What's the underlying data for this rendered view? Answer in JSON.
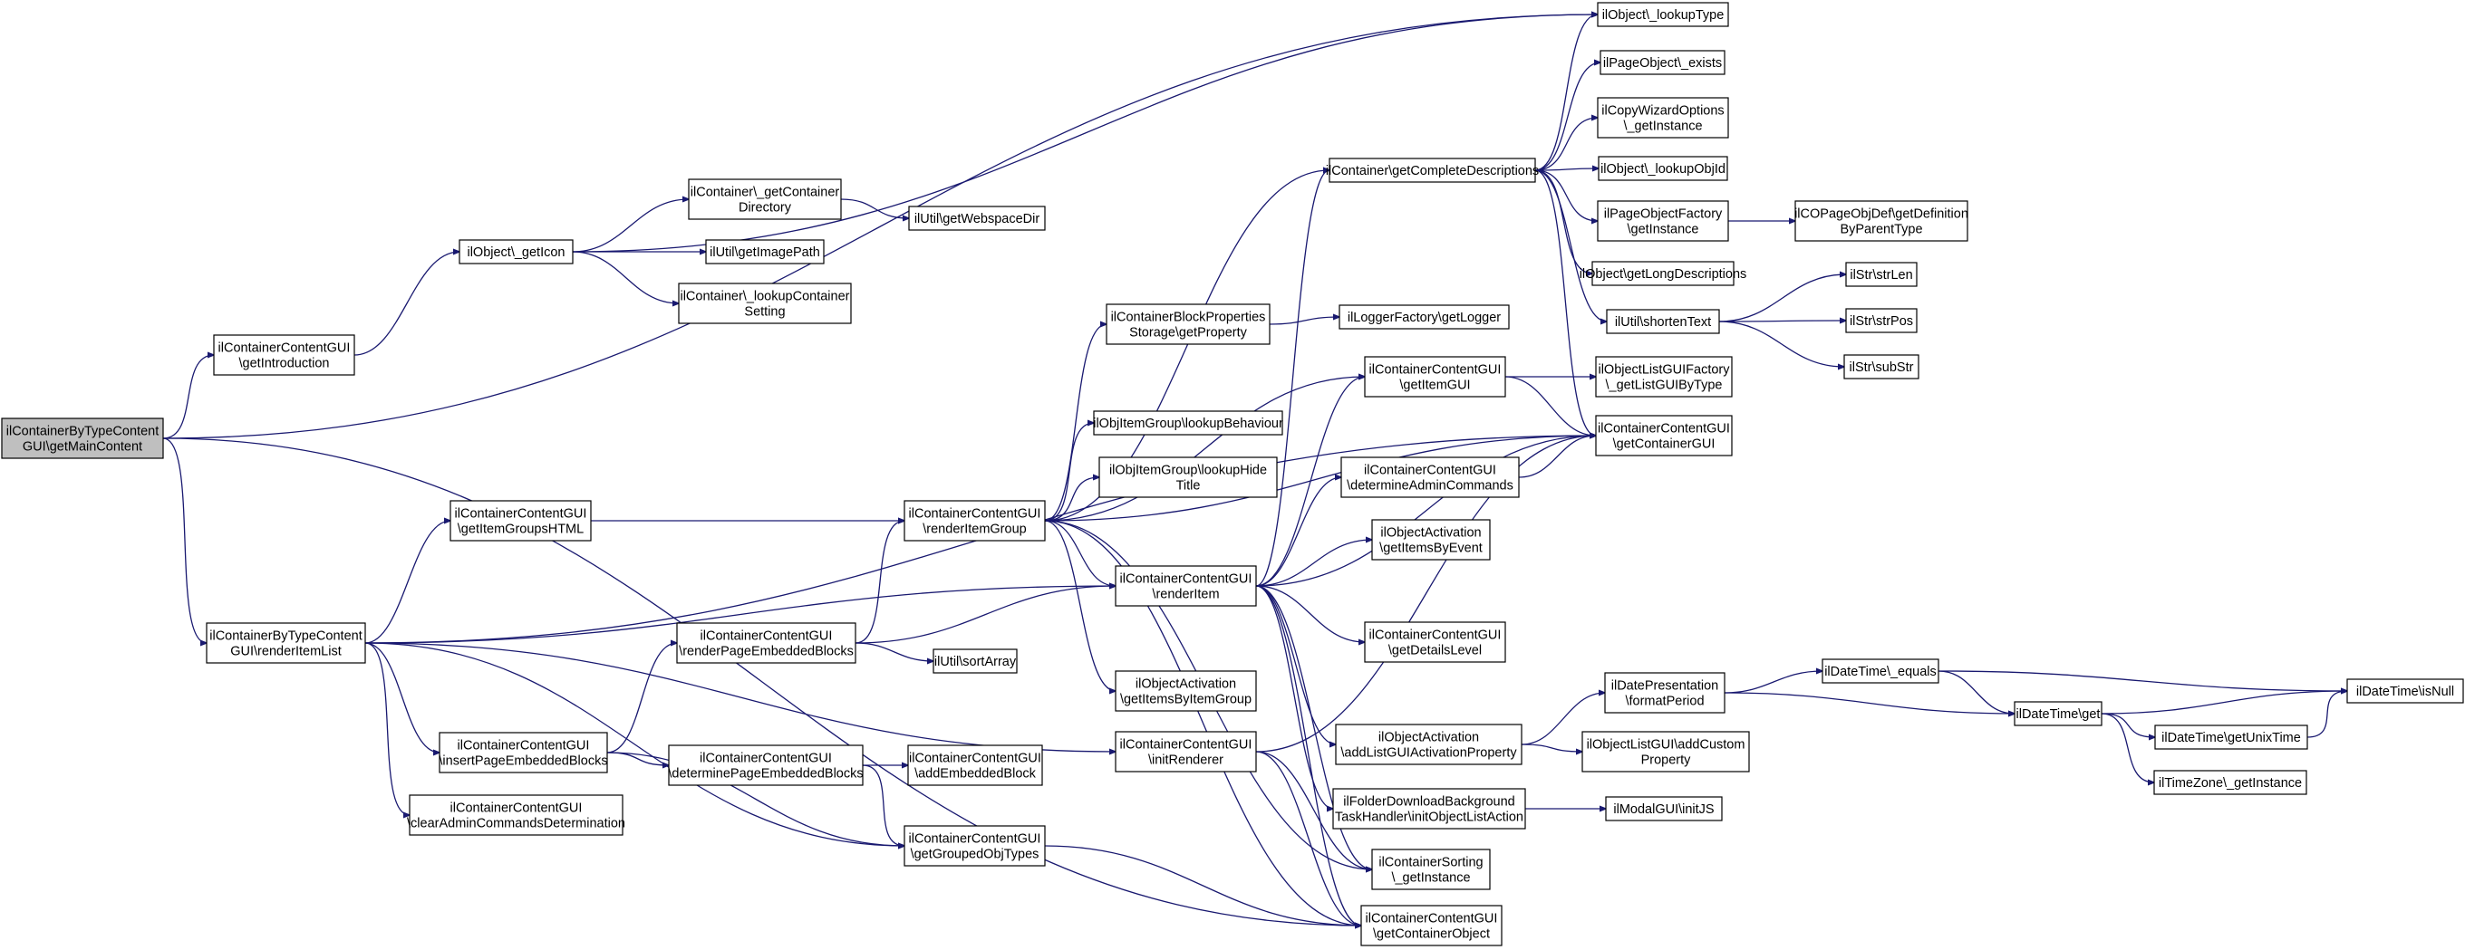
{
  "diagram": {
    "type": "call-graph",
    "edge_color": "#191970",
    "root_fill": "#bfbfbf",
    "nodes": [
      {
        "id": "root",
        "lines": [
          "ilContainerByTypeContent",
          "GUI\\getMainContent"
        ],
        "root": true
      },
      {
        "id": "getIntroduction",
        "lines": [
          "ilContainerContentGUI",
          "\\getIntroduction"
        ]
      },
      {
        "id": "renderItemList",
        "lines": [
          "ilContainerByTypeContent",
          "GUI\\renderItemList"
        ]
      },
      {
        "id": "getIcon",
        "lines": [
          "ilObject\\_getIcon"
        ]
      },
      {
        "id": "getItemGroupsHTML",
        "lines": [
          "ilContainerContentGUI",
          "\\getItemGroupsHTML"
        ]
      },
      {
        "id": "insertPageEmbeddedBlocks",
        "lines": [
          "ilContainerContentGUI",
          "\\insertPageEmbeddedBlocks"
        ]
      },
      {
        "id": "clearAdminCommands",
        "lines": [
          "ilContainerContentGUI",
          "\\clearAdminCommandsDetermination"
        ]
      },
      {
        "id": "getContainerDirectory",
        "lines": [
          "ilContainer\\_getContainer",
          "Directory"
        ]
      },
      {
        "id": "getImagePath",
        "lines": [
          "ilUtil\\getImagePath"
        ]
      },
      {
        "id": "lookupContainerSetting",
        "lines": [
          "ilContainer\\_lookupContainer",
          "Setting"
        ]
      },
      {
        "id": "renderPageEmbeddedBlocks",
        "lines": [
          "ilContainerContentGUI",
          "\\renderPageEmbeddedBlocks"
        ]
      },
      {
        "id": "determinePageEmbeddedBlocks",
        "lines": [
          "ilContainerContentGUI",
          "\\determinePageEmbeddedBlocks"
        ]
      },
      {
        "id": "getWebspaceDir",
        "lines": [
          "ilUtil\\getWebspaceDir"
        ]
      },
      {
        "id": "renderItemGroup",
        "lines": [
          "ilContainerContentGUI",
          "\\renderItemGroup"
        ]
      },
      {
        "id": "sortArray",
        "lines": [
          "ilUtil\\sortArray"
        ]
      },
      {
        "id": "addEmbeddedBlock",
        "lines": [
          "ilContainerContentGUI",
          "\\addEmbeddedBlock"
        ]
      },
      {
        "id": "getGroupedObjTypes",
        "lines": [
          "ilContainerContentGUI",
          "\\getGroupedObjTypes"
        ]
      },
      {
        "id": "blockPropertiesStorage",
        "lines": [
          "ilContainerBlockProperties",
          "Storage\\getProperty"
        ]
      },
      {
        "id": "lookupBehaviour",
        "lines": [
          "ilObjItemGroup\\lookupBehaviour"
        ]
      },
      {
        "id": "lookupHideTitle",
        "lines": [
          "ilObjItemGroup\\lookupHide",
          "Title"
        ]
      },
      {
        "id": "renderItem",
        "lines": [
          "ilContainerContentGUI",
          "\\renderItem"
        ]
      },
      {
        "id": "getItemsByItemGroup",
        "lines": [
          "ilObjectActivation",
          "\\getItemsByItemGroup"
        ]
      },
      {
        "id": "initRenderer",
        "lines": [
          "ilContainerContentGUI",
          "\\initRenderer"
        ]
      },
      {
        "id": "getCompleteDescriptions",
        "lines": [
          "ilContainer\\getCompleteDescriptions"
        ]
      },
      {
        "id": "getLogger",
        "lines": [
          "ilLoggerFactory\\getLogger"
        ]
      },
      {
        "id": "getItemGUI",
        "lines": [
          "ilContainerContentGUI",
          "\\getItemGUI"
        ]
      },
      {
        "id": "determineAdminCommands",
        "lines": [
          "ilContainerContentGUI",
          "\\determineAdminCommands"
        ]
      },
      {
        "id": "getItemsByEvent",
        "lines": [
          "ilObjectActivation",
          "\\getItemsByEvent"
        ]
      },
      {
        "id": "getDetailsLevel",
        "lines": [
          "ilContainerContentGUI",
          "\\getDetailsLevel"
        ]
      },
      {
        "id": "addListGUIActivationProperty",
        "lines": [
          "ilObjectActivation",
          "\\addListGUIActivationProperty"
        ]
      },
      {
        "id": "folderDownload",
        "lines": [
          "ilFolderDownloadBackground",
          "TaskHandler\\initObjectListAction"
        ]
      },
      {
        "id": "containerSorting",
        "lines": [
          "ilContainerSorting",
          "\\_getInstance"
        ]
      },
      {
        "id": "getContainerObject",
        "lines": [
          "ilContainerContentGUI",
          "\\getContainerObject"
        ]
      },
      {
        "id": "lookupType",
        "lines": [
          "ilObject\\_lookupType"
        ]
      },
      {
        "id": "pageObjectExists",
        "lines": [
          "ilPageObject\\_exists"
        ]
      },
      {
        "id": "copyWizardOptions",
        "lines": [
          "ilCopyWizardOptions",
          "\\_getInstance"
        ]
      },
      {
        "id": "lookupObjId",
        "lines": [
          "ilObject\\_lookupObjId"
        ]
      },
      {
        "id": "pageObjectFactory",
        "lines": [
          "ilPageObjectFactory",
          "\\getInstance"
        ]
      },
      {
        "id": "getLongDescriptions",
        "lines": [
          "ilObject\\getLongDescriptions"
        ]
      },
      {
        "id": "shortenText",
        "lines": [
          "ilUtil\\shortenText"
        ]
      },
      {
        "id": "listGUIFactory",
        "lines": [
          "ilObjectListGUIFactory",
          "\\_getListGUIByType"
        ]
      },
      {
        "id": "getContainerGUI",
        "lines": [
          "ilContainerContentGUI",
          "\\getContainerGUI"
        ]
      },
      {
        "id": "datePresentation",
        "lines": [
          "ilDatePresentation",
          "\\formatPeriod"
        ]
      },
      {
        "id": "addCustomProperty",
        "lines": [
          "ilObjectListGUI\\addCustom",
          "Property"
        ]
      },
      {
        "id": "modalInitJS",
        "lines": [
          "ilModalGUI\\initJS"
        ]
      },
      {
        "id": "copageObjDef",
        "lines": [
          "ilCOPageObjDef\\getDefinition",
          "ByParentType"
        ]
      },
      {
        "id": "strLen",
        "lines": [
          "ilStr\\strLen"
        ]
      },
      {
        "id": "strPos",
        "lines": [
          "ilStr\\strPos"
        ]
      },
      {
        "id": "subStr",
        "lines": [
          "ilStr\\subStr"
        ]
      },
      {
        "id": "dateTimeEquals",
        "lines": [
          "ilDateTime\\_equals"
        ]
      },
      {
        "id": "dateTimeGet",
        "lines": [
          "ilDateTime\\get"
        ]
      },
      {
        "id": "getUnixTime",
        "lines": [
          "ilDateTime\\getUnixTime"
        ]
      },
      {
        "id": "timeZone",
        "lines": [
          "ilTimeZone\\_getInstance"
        ]
      },
      {
        "id": "isNull",
        "lines": [
          "ilDateTime\\isNull"
        ]
      }
    ],
    "edges": [
      [
        "root",
        "getIntroduction"
      ],
      [
        "root",
        "renderItemList"
      ],
      [
        "root",
        "lookupType"
      ],
      [
        "root",
        "getContainerObject"
      ],
      [
        "getIntroduction",
        "getIcon"
      ],
      [
        "getIcon",
        "getContainerDirectory"
      ],
      [
        "getIcon",
        "getImagePath"
      ],
      [
        "getIcon",
        "lookupContainerSetting"
      ],
      [
        "getIcon",
        "lookupType"
      ],
      [
        "getContainerDirectory",
        "getWebspaceDir"
      ],
      [
        "renderItemList",
        "getItemGroupsHTML"
      ],
      [
        "renderItemList",
        "insertPageEmbeddedBlocks"
      ],
      [
        "renderItemList",
        "clearAdminCommands"
      ],
      [
        "renderItemList",
        "renderItem"
      ],
      [
        "renderItemList",
        "initRenderer"
      ],
      [
        "renderItemList",
        "getGroupedObjTypes"
      ],
      [
        "renderItemList",
        "getContainerGUI"
      ],
      [
        "getItemGroupsHTML",
        "renderItemGroup"
      ],
      [
        "insertPageEmbeddedBlocks",
        "renderPageEmbeddedBlocks"
      ],
      [
        "insertPageEmbeddedBlocks",
        "determinePageEmbeddedBlocks"
      ],
      [
        "insertPageEmbeddedBlocks",
        "getGroupedObjTypes"
      ],
      [
        "renderPageEmbeddedBlocks",
        "renderItemGroup"
      ],
      [
        "renderPageEmbeddedBlocks",
        "renderItem"
      ],
      [
        "renderPageEmbeddedBlocks",
        "sortArray"
      ],
      [
        "determinePageEmbeddedBlocks",
        "addEmbeddedBlock"
      ],
      [
        "determinePageEmbeddedBlocks",
        "getGroupedObjTypes"
      ],
      [
        "getGroupedObjTypes",
        "getContainerObject"
      ],
      [
        "renderItemGroup",
        "getCompleteDescriptions"
      ],
      [
        "renderItemGroup",
        "blockPropertiesStorage"
      ],
      [
        "renderItemGroup",
        "getItemGUI"
      ],
      [
        "renderItemGroup",
        "lookupBehaviour"
      ],
      [
        "renderItemGroup",
        "lookupHideTitle"
      ],
      [
        "renderItemGroup",
        "getContainerGUI"
      ],
      [
        "renderItemGroup",
        "renderItem"
      ],
      [
        "renderItemGroup",
        "getItemsByItemGroup"
      ],
      [
        "renderItemGroup",
        "containerSorting"
      ],
      [
        "renderItemGroup",
        "getContainerObject"
      ],
      [
        "blockPropertiesStorage",
        "getLogger"
      ],
      [
        "renderItem",
        "getCompleteDescriptions"
      ],
      [
        "renderItem",
        "getItemGUI"
      ],
      [
        "renderItem",
        "determineAdminCommands"
      ],
      [
        "renderItem",
        "getItemsByEvent"
      ],
      [
        "renderItem",
        "getContainerGUI"
      ],
      [
        "renderItem",
        "getDetailsLevel"
      ],
      [
        "renderItem",
        "addListGUIActivationProperty"
      ],
      [
        "renderItem",
        "folderDownload"
      ],
      [
        "renderItem",
        "containerSorting"
      ],
      [
        "renderItem",
        "getContainerObject"
      ],
      [
        "initRenderer",
        "getContainerGUI"
      ],
      [
        "initRenderer",
        "containerSorting"
      ],
      [
        "initRenderer",
        "getContainerObject"
      ],
      [
        "getCompleteDescriptions",
        "lookupType"
      ],
      [
        "getCompleteDescriptions",
        "pageObjectExists"
      ],
      [
        "getCompleteDescriptions",
        "copyWizardOptions"
      ],
      [
        "getCompleteDescriptions",
        "lookupObjId"
      ],
      [
        "getCompleteDescriptions",
        "pageObjectFactory"
      ],
      [
        "getCompleteDescriptions",
        "getLongDescriptions"
      ],
      [
        "getCompleteDescriptions",
        "shortenText"
      ],
      [
        "getCompleteDescriptions",
        "getContainerGUI"
      ],
      [
        "pageObjectFactory",
        "copageObjDef"
      ],
      [
        "shortenText",
        "strLen"
      ],
      [
        "shortenText",
        "strPos"
      ],
      [
        "shortenText",
        "subStr"
      ],
      [
        "getItemGUI",
        "listGUIFactory"
      ],
      [
        "getItemGUI",
        "getContainerGUI"
      ],
      [
        "determineAdminCommands",
        "getContainerGUI"
      ],
      [
        "addListGUIActivationProperty",
        "datePresentation"
      ],
      [
        "addListGUIActivationProperty",
        "addCustomProperty"
      ],
      [
        "folderDownload",
        "modalInitJS"
      ],
      [
        "datePresentation",
        "dateTimeEquals"
      ],
      [
        "datePresentation",
        "dateTimeGet"
      ],
      [
        "dateTimeEquals",
        "dateTimeGet"
      ],
      [
        "dateTimeEquals",
        "isNull"
      ],
      [
        "dateTimeGet",
        "getUnixTime"
      ],
      [
        "dateTimeGet",
        "timeZone"
      ],
      [
        "dateTimeGet",
        "isNull"
      ],
      [
        "getUnixTime",
        "isNull"
      ]
    ]
  }
}
